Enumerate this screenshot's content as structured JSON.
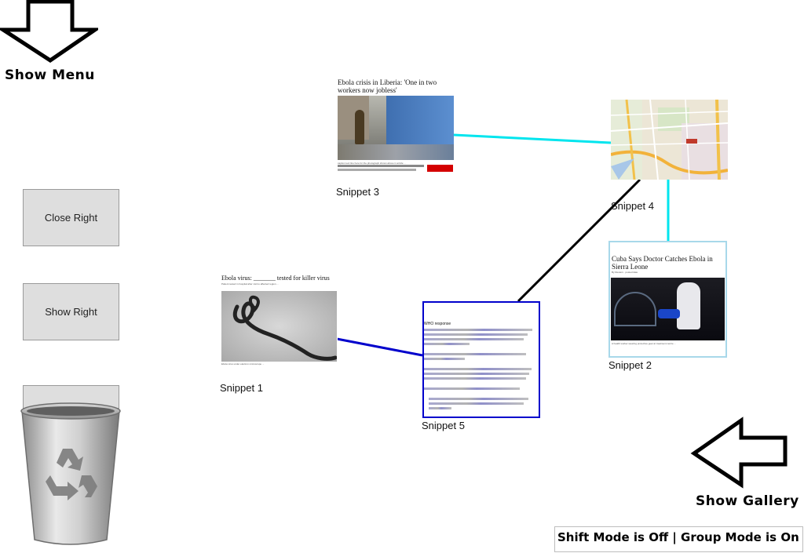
{
  "nav": {
    "show_menu": "Show Menu",
    "show_gallery": "Show Gallery"
  },
  "side_buttons": {
    "close_right": "Close Right",
    "show_right": "Show Right"
  },
  "snippets": {
    "s1": {
      "label": "Snippet 1",
      "title": "Ebola virus: _______ tested for killer virus"
    },
    "s2": {
      "label": "Snippet 2",
      "title": "Cuba Says Doctor Catches Ebola in Sierra Leone"
    },
    "s3": {
      "label": "Snippet 3",
      "title": "Ebola crisis in Liberia: 'One in two workers now jobless'"
    },
    "s4": {
      "label": "Snippet 4"
    },
    "s5": {
      "label": "Snippet 5",
      "title": "WHO response"
    }
  },
  "status": {
    "text": "Shift Mode is Off | Group Mode is On"
  },
  "colors": {
    "cyan_link": "#00e5ee",
    "blue_link": "#0000cc",
    "black_link": "#000000",
    "selected_border": "#0000cc",
    "snippet2_border": "#a8d8ea"
  },
  "icons": {
    "menu_arrow": "down-arrow-icon",
    "gallery_arrow": "left-arrow-icon",
    "trash": "recycle-bin-icon"
  }
}
